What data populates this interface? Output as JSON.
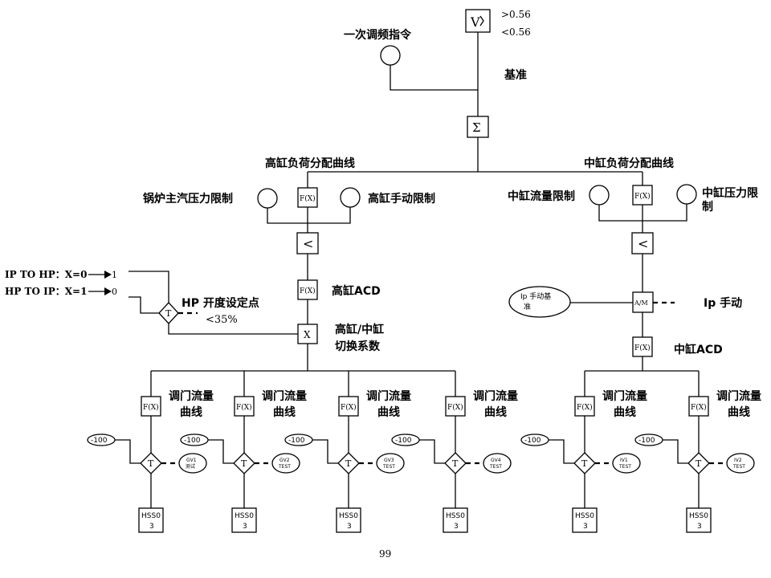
{
  "top": {
    "vbox_label": "V",
    "thresholds": [
      ">0.56",
      "<0.56"
    ],
    "freq_cmd": "一次调频指令",
    "baseline": "基准",
    "sum_symbol": "Σ"
  },
  "hp": {
    "curve_title": "高缸负荷分配曲线",
    "boiler_limit": "锅炉主汽压力限制",
    "manual_limit": "高缸手动限制",
    "fx": "F(X)",
    "min_symbol": "<",
    "acd_fx": "F(X)",
    "acd_label": "高缸ACD",
    "switch_symbol": "X",
    "switch_label_1": "高缸/中缸",
    "switch_label_2": "切换系数",
    "ip_to_hp": "IP TO HP：X=0",
    "hp_to_ip": "HP TO IP：X=1",
    "val_1": "1",
    "val_0": "0",
    "t_symbol": "T",
    "open_setpoint": "HP 开度设定点",
    "open_limit": "<35%"
  },
  "ip": {
    "curve_title": "中缸负荷分配曲线",
    "flow_limit": "中缸流量限制",
    "pressure_limit_1": "中缸压力限",
    "pressure_limit_2": "制",
    "fx": "F(X)",
    "min_symbol": "<",
    "manual_ref_1": "Ip 手动基",
    "manual_ref_2": "准",
    "am": "A/M",
    "ip_manual": "Ip 手动",
    "acd_fx": "F(X)",
    "acd_label": "中缸ACD"
  },
  "valves": [
    {
      "fx": "F(X)",
      "curve_1": "调门流量",
      "curve_2": "曲线",
      "bias": "-100",
      "t": "T",
      "test_1": "GV1",
      "test_2": "测试",
      "hss_1": "HSS0",
      "hss_2": "3"
    },
    {
      "fx": "F(X)",
      "curve_1": "调门流量",
      "curve_2": "曲线",
      "bias": "-100",
      "t": "T",
      "test_1": "GV2",
      "test_2": "TEST",
      "hss_1": "HSS0",
      "hss_2": "3"
    },
    {
      "fx": "F(X)",
      "curve_1": "调门流量",
      "curve_2": "曲线",
      "bias": "-100",
      "t": "T",
      "test_1": "GV3",
      "test_2": "TEST",
      "hss_1": "HSS0",
      "hss_2": "3"
    },
    {
      "fx": "F(X)",
      "curve_1": "调门流量",
      "curve_2": "曲线",
      "bias": "-100",
      "t": "T",
      "test_1": "GV4",
      "test_2": "TEST",
      "hss_1": "HSS0",
      "hss_2": "3"
    },
    {
      "fx": "F(X)",
      "curve_1": "调门流量",
      "curve_2": "曲线",
      "bias": "-100",
      "t": "T",
      "test_1": "IV1",
      "test_2": "TEST",
      "hss_1": "HSS0",
      "hss_2": "3"
    },
    {
      "fx": "F(X)",
      "curve_1": "调门流量",
      "curve_2": "曲线",
      "bias": "-100",
      "t": "T",
      "test_1": "IV2",
      "test_2": "TEST",
      "hss_1": "HSS0",
      "hss_2": "3"
    }
  ],
  "page_number": "99"
}
